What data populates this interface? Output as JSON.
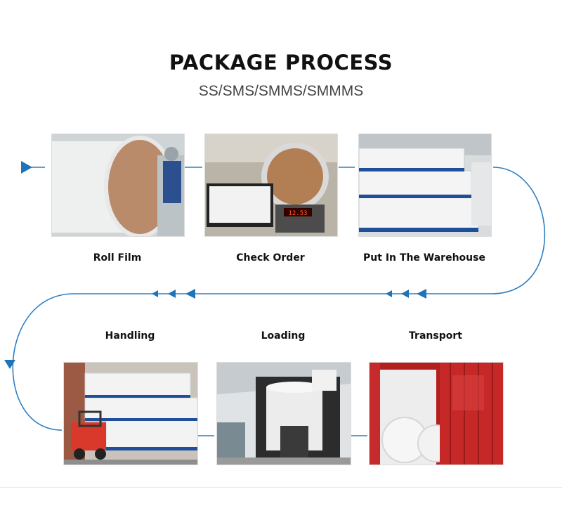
{
  "header": {
    "title": "PACKAGE PROCESS",
    "subtitle": "SS/SMS/SMMS/SMMMS"
  },
  "steps": [
    {
      "label": "Roll Film",
      "photo": "roll-film-photo"
    },
    {
      "label": "Check Order",
      "photo": "check-order-photo"
    },
    {
      "label": "Put In The Warehouse",
      "photo": "warehouse-photo"
    },
    {
      "label": "Handling",
      "photo": "forklift-handling-photo"
    },
    {
      "label": "Loading",
      "photo": "loading-truck-photo"
    },
    {
      "label": "Transport",
      "photo": "container-transport-photo"
    }
  ],
  "photo_details": {
    "scale_display": "12.53"
  },
  "colors": {
    "flow_line": "#2f7fc1",
    "arrow": "#1f74b8",
    "title": "#111111",
    "subtitle": "#444444"
  }
}
